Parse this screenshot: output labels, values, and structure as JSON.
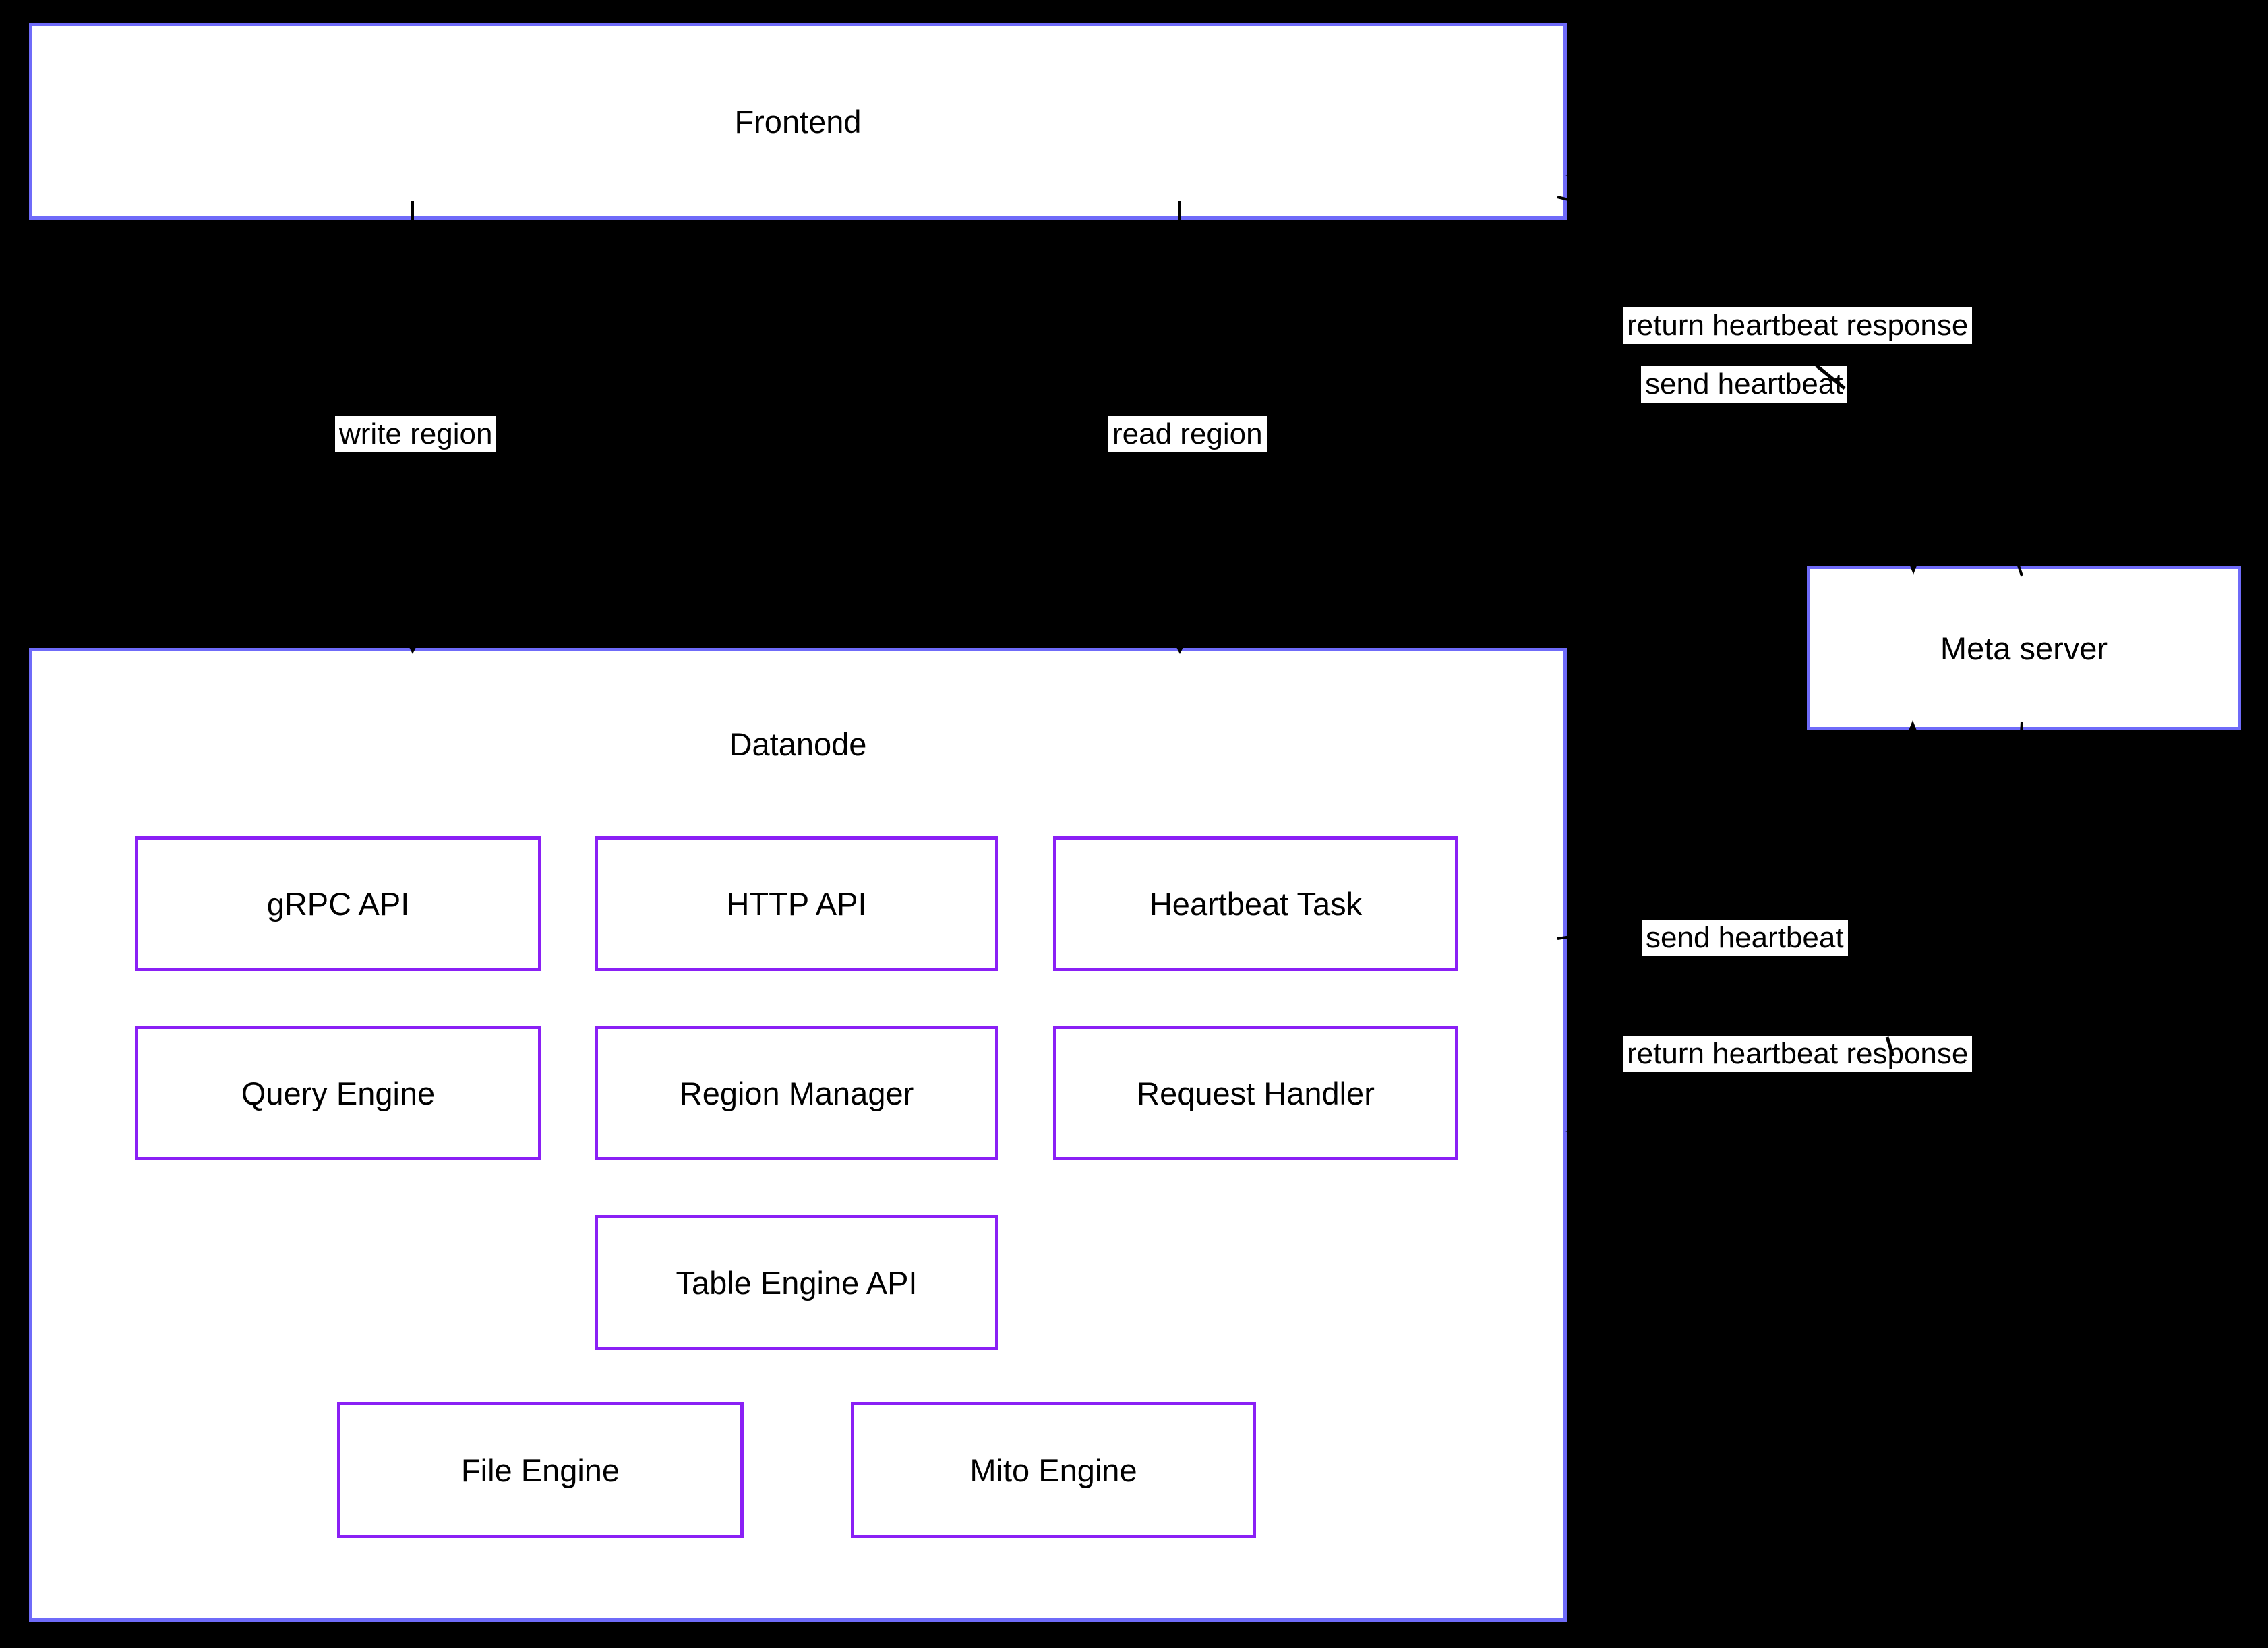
{
  "colors": {
    "background": "#000000",
    "cluster_border": "#6F6BF9",
    "node_border": "#8A20F5",
    "box_fill": "#FFFFFF",
    "text_color": "#000000",
    "edge_color": "#000000"
  },
  "nodes": {
    "frontend": "Frontend",
    "datanode": "Datanode",
    "meta_server": "Meta server",
    "grpc_api": "gRPC API",
    "http_api": "HTTP API",
    "heartbeat_task": "Heartbeat Task",
    "query_engine": "Query Engine",
    "region_manager": "Region Manager",
    "request_handler": "Request Handler",
    "table_engine_api": "Table Engine API",
    "file_engine": "File Engine",
    "mito_engine": "Mito Engine"
  },
  "edges": {
    "write_region": "write region",
    "read_region": "read region",
    "frontend_send_heartbeat": "send heartbeat",
    "frontend_return_heartbeat": "return heartbeat response",
    "datanode_send_heartbeat": "send heartbeat",
    "datanode_return_heartbeat": "return heartbeat response"
  }
}
